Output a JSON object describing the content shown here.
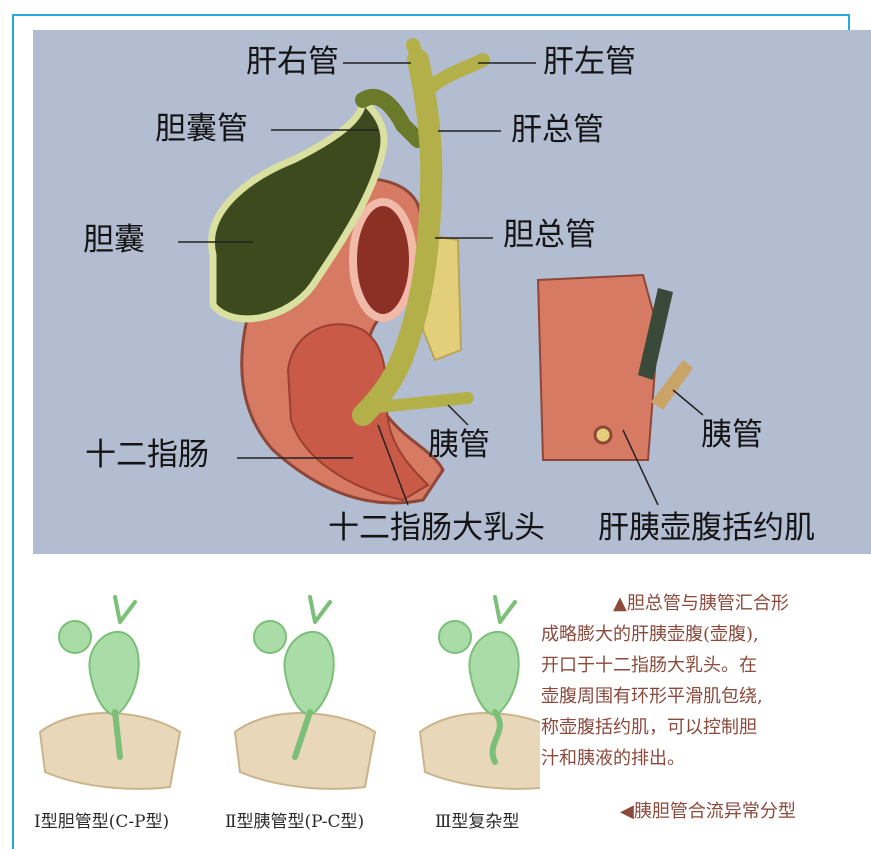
{
  "labels": {
    "right_hepatic_duct": "肝右管",
    "left_hepatic_duct": "肝左管",
    "cystic_duct": "胆囊管",
    "common_hepatic_duct": "肝总管",
    "gallbladder": "胆囊",
    "common_bile_duct": "胆总管",
    "duodenum": "十二指肠",
    "pancreatic_duct": "胰管",
    "pancreatic_duct_inset": "胰管",
    "major_papilla": "十二指肠大乳头",
    "sphincter": "肝胰壶腹括约肌"
  },
  "caption": {
    "line1": "▲胆总管与胰管汇合形",
    "line2": "成略膨大的肝胰壶腹(壶腹),",
    "line3": "开口于十二指肠大乳头。在",
    "line4": "壶腹周围有环形平滑肌包绕,",
    "line5": "称壶腹括约肌，可以控制胆",
    "line6": "汁和胰液的排出。",
    "types_caption": "◀胰胆管合流异常分型"
  },
  "types": [
    {
      "label": "Ⅰ型胆管型(C-P型)"
    },
    {
      "label": "Ⅱ型胰管型(P-C型)"
    },
    {
      "label": "Ⅲ型复杂型"
    }
  ],
  "colors": {
    "frame": "#29a9e1",
    "panel_bg": "#b3bdd1",
    "caption_text": "#8a4a3c",
    "gallbladder_fill": "#3d4a1e",
    "duct_fill": "#b3b04a",
    "duodenum_fill": "#d77a63",
    "pancreas_fill": "#e3cf7a",
    "mini_green": "#a9dca6"
  }
}
